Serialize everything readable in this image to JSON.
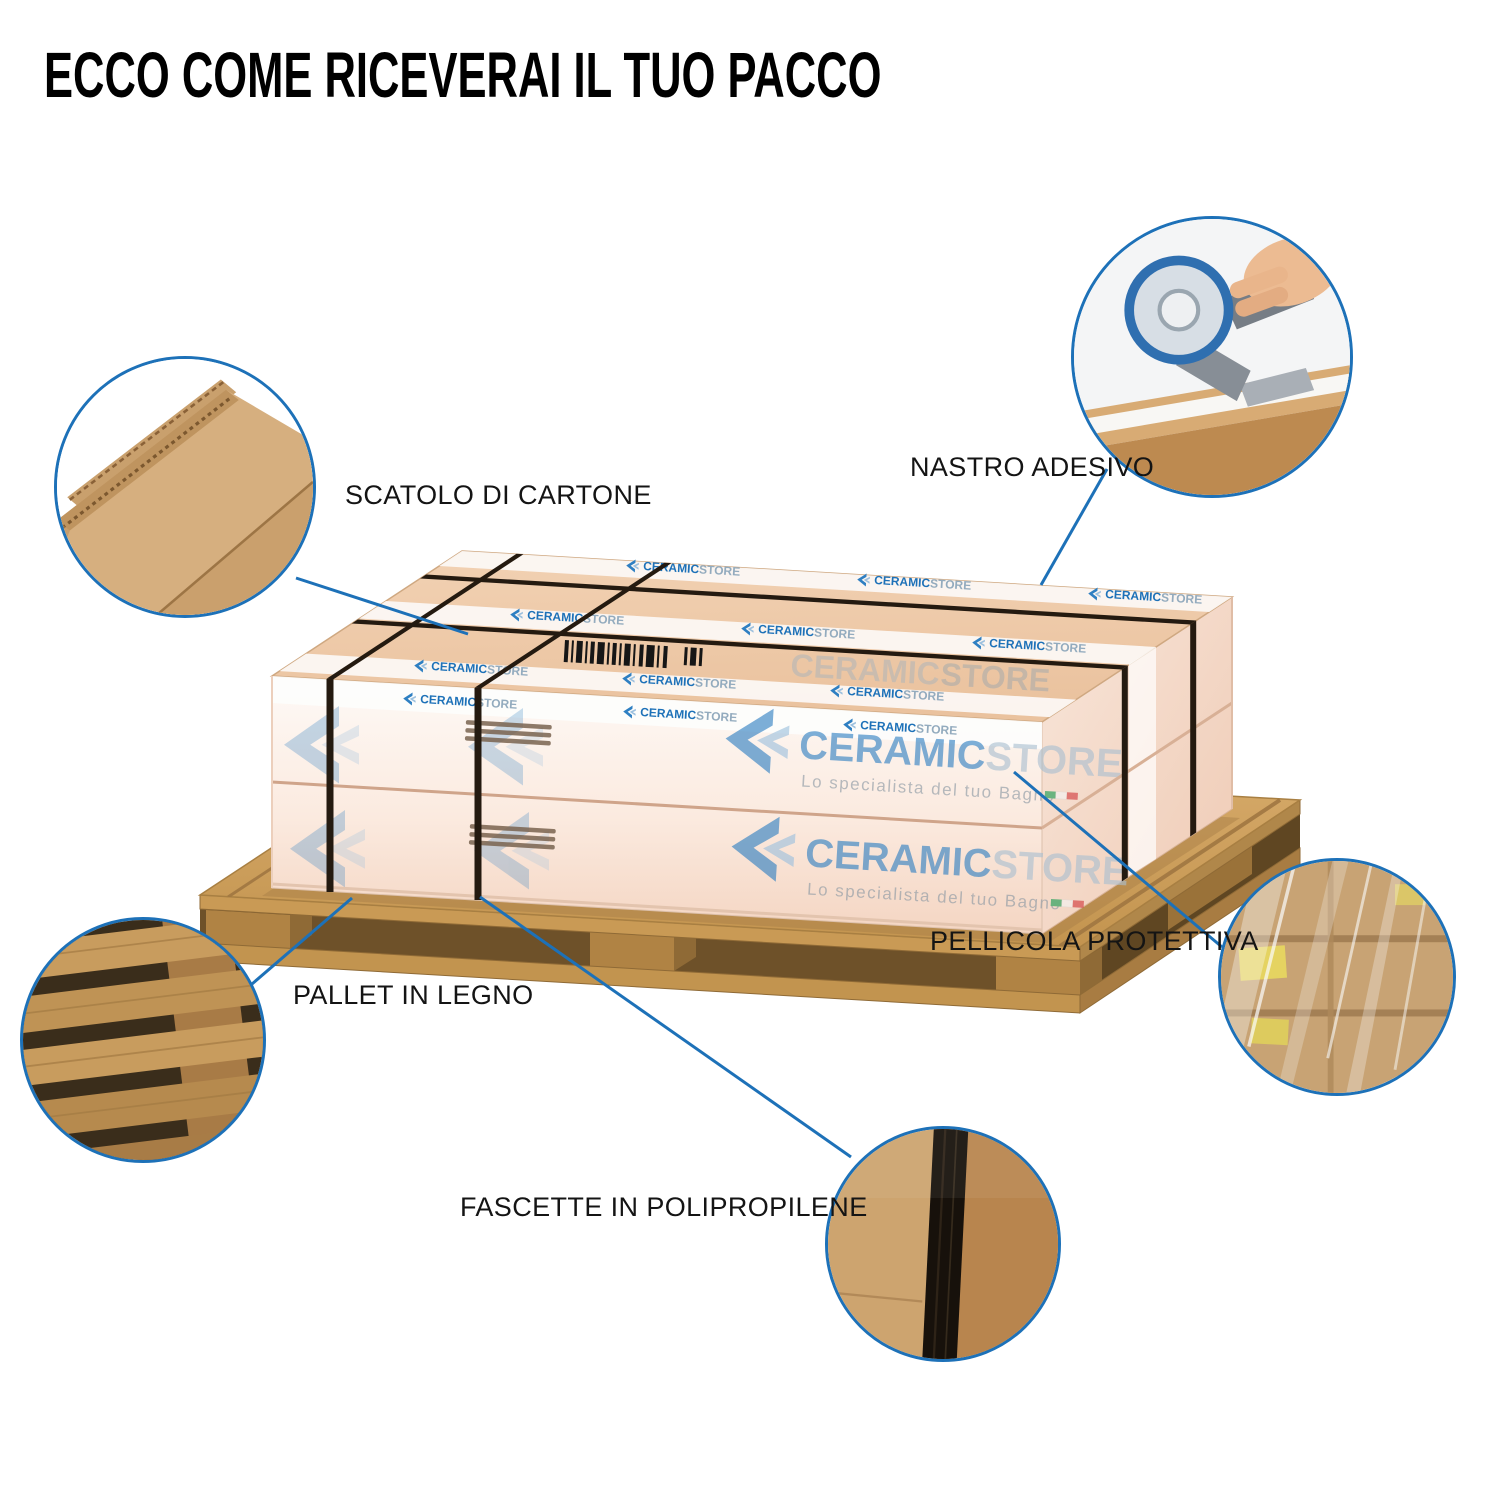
{
  "title": "ECCO COME RICEVERAI IL TUO PACCO",
  "callouts": {
    "cardboard": {
      "label": "SCATOLO DI CARTONE"
    },
    "tape": {
      "label": "NASTRO ADESIVO"
    },
    "film": {
      "label": "PELLICOLA PROTETTIVA"
    },
    "pallet": {
      "label": "PALLET IN LEGNO"
    },
    "straps": {
      "label": "FASCETTE IN POLIPROPILENE"
    }
  },
  "brand": {
    "name": "CERAMIC",
    "name2": "STORE",
    "tagline": "Lo specialista del tuo Bagno"
  },
  "colors": {
    "accent": "#1d71b8",
    "brand_blue": "#2e7fc2",
    "brand_gray": "#a0b5c6",
    "cardboard": "#eec9a4",
    "wood": "#cfa05f",
    "strap": "#241a10"
  }
}
